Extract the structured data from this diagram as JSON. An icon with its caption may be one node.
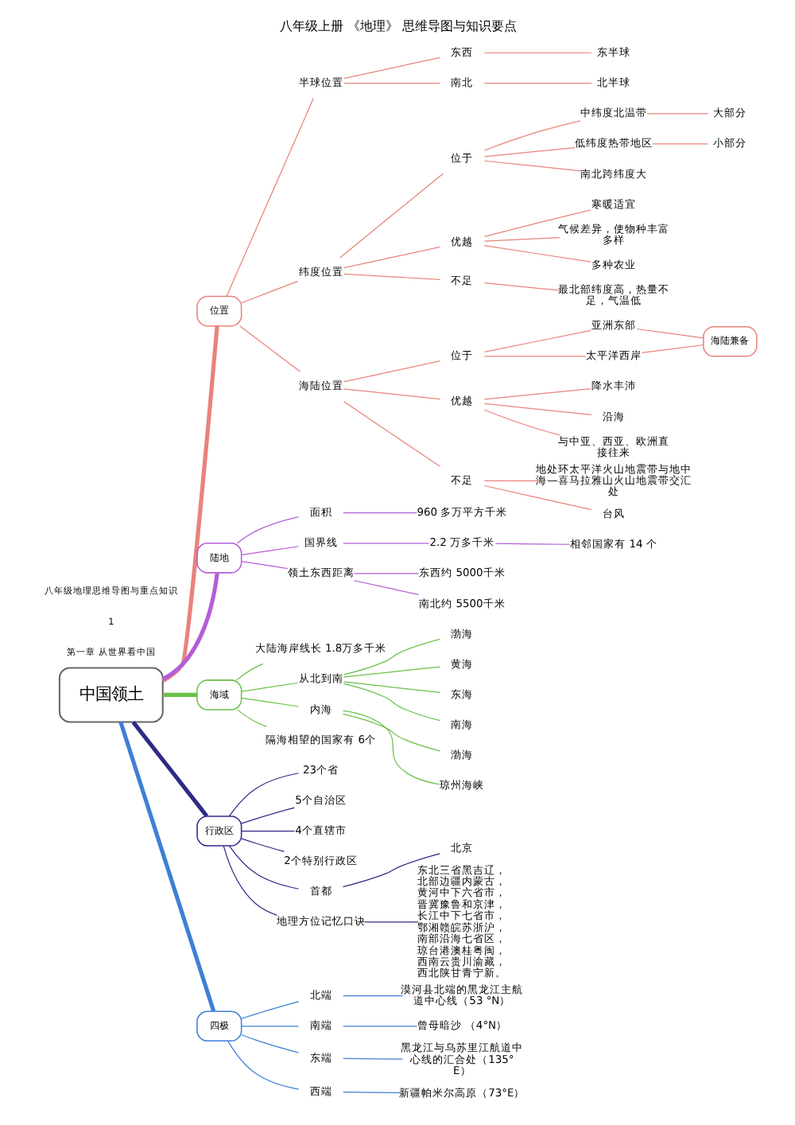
{
  "diagram": {
    "title": "八年级上册 《地理》 思维导图与知识要点",
    "nodes": [
      {
        "text": [
          "中国领土"
        ]
      },
      {
        "text": [
          "位置"
        ]
      },
      {
        "text": [
          "半球位置"
        ]
      },
      {
        "text": [
          "东西"
        ]
      },
      {
        "text": [
          "东半球"
        ]
      },
      {
        "text": [
          "南北"
        ]
      },
      {
        "text": [
          "北半球"
        ]
      },
      {
        "text": [
          "纬度位置"
        ]
      },
      {
        "text": [
          "位于"
        ]
      },
      {
        "text": [
          "中纬度北温带"
        ]
      },
      {
        "text": [
          "大部分"
        ]
      },
      {
        "text": [
          "低纬度热带地区"
        ]
      },
      {
        "text": [
          "小部分"
        ]
      },
      {
        "text": [
          "南北跨纬度大"
        ]
      },
      {
        "text": [
          "优越"
        ]
      },
      {
        "text": [
          "寒暖适宜"
        ]
      },
      {
        "text": [
          "气候差异，使物种丰富多样"
        ]
      },
      {
        "text": [
          "多种农业"
        ]
      },
      {
        "text": [
          "不足"
        ]
      },
      {
        "text": [
          "最北部纬度高，热量不足，气温低"
        ]
      },
      {
        "text": [
          "海陆位置"
        ]
      },
      {
        "text": [
          "位于"
        ]
      },
      {
        "text": [
          "亚洲东部"
        ]
      },
      {
        "text": [
          "太平洋西岸"
        ]
      },
      {
        "text": [
          "海陆兼备"
        ]
      },
      {
        "text": [
          "优越"
        ]
      },
      {
        "text": [
          "降水丰沛"
        ]
      },
      {
        "text": [
          "沿海"
        ]
      },
      {
        "text": [
          "与中亚、西亚、欧洲直接往来"
        ]
      },
      {
        "text": [
          "不足"
        ]
      },
      {
        "text": [
          "地处环太平洋火山地震带与地中海—喜马拉雅山火山地震带交汇处"
        ]
      },
      {
        "text": [
          "台风"
        ]
      },
      {
        "text": [
          "陆地"
        ]
      },
      {
        "text": [
          "面积"
        ]
      },
      {
        "text": [
          "960 多万平方千米"
        ]
      },
      {
        "text": [
          "国界线"
        ]
      },
      {
        "text": [
          "2.2 万多千米"
        ]
      },
      {
        "text": [
          "相邻国家有 14 个"
        ]
      },
      {
        "text": [
          "领土东西距离"
        ]
      },
      {
        "text": [
          "东西约 5000千米"
        ]
      },
      {
        "text": [
          "南北约 5500千米"
        ]
      },
      {
        "text": [
          "海域"
        ]
      },
      {
        "text": [
          "大陆海岸线长 1.8万多千米"
        ]
      },
      {
        "text": [
          "从北到南"
        ]
      },
      {
        "text": [
          "渤海"
        ]
      },
      {
        "text": [
          "黄海"
        ]
      },
      {
        "text": [
          "东海"
        ]
      },
      {
        "text": [
          "南海"
        ]
      },
      {
        "text": [
          "内海"
        ]
      },
      {
        "text": [
          "渤海"
        ]
      },
      {
        "text": [
          "琼州海峡"
        ]
      },
      {
        "text": [
          "隔海相望的国家有 6个"
        ]
      },
      {
        "text": [
          "行政区"
        ]
      },
      {
        "text": [
          "23个省"
        ]
      },
      {
        "text": [
          "5个自治区"
        ]
      },
      {
        "text": [
          "4个直辖市"
        ]
      },
      {
        "text": [
          "2个特别行政区"
        ]
      },
      {
        "text": [
          "首都"
        ]
      },
      {
        "text": [
          "北京"
        ]
      },
      {
        "text": [
          "地理方位记忆口诀"
        ]
      },
      {
        "text": [
          "东北三省黑吉辽，北部边疆内蒙古，黄河中下六省市，晋冀豫鲁和京津，长江中下七省市，鄂湘赣皖苏浙沪，南部沿海七省区，琼台港澳桂粤闽，西南云贵川渝藏，西北陕甘青宁新。"
        ]
      },
      {
        "text": [
          "四极"
        ]
      },
      {
        "text": [
          "北端"
        ]
      },
      {
        "text": [
          "漠河县北端的黑龙江主航道中心线（53 °N）"
        ]
      },
      {
        "text": [
          "南端"
        ]
      },
      {
        "text": [
          "曾母暗沙 （4°N）"
        ]
      },
      {
        "text": [
          "东端"
        ]
      },
      {
        "text": [
          "黑龙江与乌苏里江航道中心线的汇合处（135°E）"
        ]
      },
      {
        "text": [
          "西端"
        ]
      },
      {
        "text": [
          "新疆帕米尔高原（73°E）"
        ]
      }
    ],
    "edges": [
      {
        "from": 0,
        "to": 1,
        "arrow": "none",
        "style": "thick"
      },
      {
        "from": 1,
        "to": 2,
        "arrow": "none"
      },
      {
        "from": 2,
        "to": 3,
        "arrow": "none"
      },
      {
        "from": 3,
        "to": 4,
        "arrow": "none"
      },
      {
        "from": 2,
        "to": 5,
        "arrow": "none"
      },
      {
        "from": 5,
        "to": 6,
        "arrow": "none"
      },
      {
        "from": 1,
        "to": 7,
        "arrow": "none"
      },
      {
        "from": 7,
        "to": 8,
        "arrow": "none"
      },
      {
        "from": 8,
        "to": 9,
        "arrow": "none"
      },
      {
        "from": 9,
        "to": 10,
        "arrow": "none"
      },
      {
        "from": 8,
        "to": 11,
        "arrow": "none"
      },
      {
        "from": 11,
        "to": 12,
        "arrow": "none"
      },
      {
        "from": 8,
        "to": 13,
        "arrow": "none"
      },
      {
        "from": 7,
        "to": 14,
        "arrow": "none"
      },
      {
        "from": 14,
        "to": 15,
        "arrow": "none"
      },
      {
        "from": 14,
        "to": 16,
        "arrow": "none"
      },
      {
        "from": 14,
        "to": 17,
        "arrow": "none"
      },
      {
        "from": 7,
        "to": 18,
        "arrow": "none"
      },
      {
        "from": 18,
        "to": 19,
        "arrow": "none"
      },
      {
        "from": 1,
        "to": 20,
        "arrow": "none"
      },
      {
        "from": 20,
        "to": 21,
        "arrow": "none"
      },
      {
        "from": 21,
        "to": 22,
        "arrow": "none"
      },
      {
        "from": 21,
        "to": 23,
        "arrow": "none"
      },
      {
        "from": 22,
        "to": 24,
        "arrow": "none"
      },
      {
        "from": 23,
        "to": 24,
        "arrow": "none"
      },
      {
        "from": 20,
        "to": 25,
        "arrow": "none"
      },
      {
        "from": 25,
        "to": 26,
        "arrow": "none"
      },
      {
        "from": 25,
        "to": 27,
        "arrow": "none"
      },
      {
        "from": 25,
        "to": 28,
        "arrow": "none"
      },
      {
        "from": 20,
        "to": 29,
        "arrow": "none"
      },
      {
        "from": 29,
        "to": 30,
        "arrow": "none"
      },
      {
        "from": 29,
        "to": 31,
        "arrow": "none"
      },
      {
        "from": 0,
        "to": 32,
        "arrow": "none",
        "style": "thick",
        "color": "#b45ed6"
      },
      {
        "from": 32,
        "to": 33,
        "arrow": "none",
        "color": "#b45ed6"
      },
      {
        "from": 33,
        "to": 34,
        "arrow": "none",
        "color": "#b45ed6"
      },
      {
        "from": 32,
        "to": 35,
        "arrow": "none",
        "color": "#b45ed6"
      },
      {
        "from": 35,
        "to": 36,
        "arrow": "none",
        "color": "#b45ed6"
      },
      {
        "from": 36,
        "to": 37,
        "arrow": "none",
        "color": "#b45ed6"
      },
      {
        "from": 32,
        "to": 38,
        "arrow": "none",
        "color": "#b45ed6"
      },
      {
        "from": 38,
        "to": 39,
        "arrow": "none",
        "color": "#b45ed6"
      },
      {
        "from": 38,
        "to": 40,
        "arrow": "none",
        "color": "#b45ed6"
      },
      {
        "from": 0,
        "to": 41,
        "arrow": "none",
        "style": "thick",
        "color": "#6cc04a"
      },
      {
        "from": 41,
        "to": 42,
        "arrow": "none",
        "color": "#6cc04a"
      },
      {
        "from": 41,
        "to": 43,
        "arrow": "none",
        "color": "#6cc04a"
      },
      {
        "from": 43,
        "to": 44,
        "arrow": "none",
        "color": "#6cc04a"
      },
      {
        "from": 43,
        "to": 45,
        "arrow": "none",
        "color": "#6cc04a"
      },
      {
        "from": 43,
        "to": 46,
        "arrow": "none",
        "color": "#6cc04a"
      },
      {
        "from": 43,
        "to": 47,
        "arrow": "none",
        "color": "#6cc04a"
      },
      {
        "from": 41,
        "to": 48,
        "arrow": "none",
        "color": "#6cc04a"
      },
      {
        "from": 48,
        "to": 49,
        "arrow": "none",
        "color": "#6cc04a"
      },
      {
        "from": 48,
        "to": 50,
        "arrow": "none",
        "color": "#6cc04a"
      },
      {
        "from": 41,
        "to": 51,
        "arrow": "none",
        "color": "#6cc04a"
      },
      {
        "from": 0,
        "to": 52,
        "arrow": "none",
        "style": "thick",
        "color": "#2e2a86"
      },
      {
        "from": 52,
        "to": 53,
        "arrow": "none",
        "color": "#2e2a86"
      },
      {
        "from": 52,
        "to": 54,
        "arrow": "none",
        "color": "#2e2a86"
      },
      {
        "from": 52,
        "to": 55,
        "arrow": "none",
        "color": "#2e2a86"
      },
      {
        "from": 52,
        "to": 56,
        "arrow": "none",
        "color": "#2e2a86"
      },
      {
        "from": 52,
        "to": 57,
        "arrow": "none",
        "color": "#2e2a86"
      },
      {
        "from": 57,
        "to": 58,
        "arrow": "none",
        "color": "#2e2a86"
      },
      {
        "from": 52,
        "to": 59,
        "arrow": "none",
        "color": "#2e2a86"
      },
      {
        "from": 59,
        "to": 60,
        "arrow": "none",
        "color": "#2e2a86"
      },
      {
        "from": 0,
        "to": 61,
        "arrow": "none",
        "style": "thick",
        "color": "#3f7fd6"
      },
      {
        "from": 61,
        "to": 62,
        "arrow": "none",
        "color": "#3f7fd6"
      },
      {
        "from": 62,
        "to": 63,
        "arrow": "none",
        "color": "#3f7fd6"
      },
      {
        "from": 61,
        "to": 64,
        "arrow": "none",
        "color": "#3f7fd6"
      },
      {
        "from": 64,
        "to": 65,
        "arrow": "none",
        "color": "#3f7fd6"
      },
      {
        "from": 61,
        "to": 66,
        "arrow": "none",
        "color": "#3f7fd6"
      },
      {
        "from": 66,
        "to": 67,
        "arrow": "none",
        "color": "#3f7fd6"
      },
      {
        "from": 61,
        "to": 68,
        "arrow": "none",
        "color": "#3f7fd6"
      },
      {
        "from": 68,
        "to": 69,
        "arrow": "none",
        "color": "#3f7fd6"
      }
    ],
    "labels": [
      "第一章 从世界看中国",
      "1",
      "八年级地理思维导图与重点知识"
    ]
  }
}
